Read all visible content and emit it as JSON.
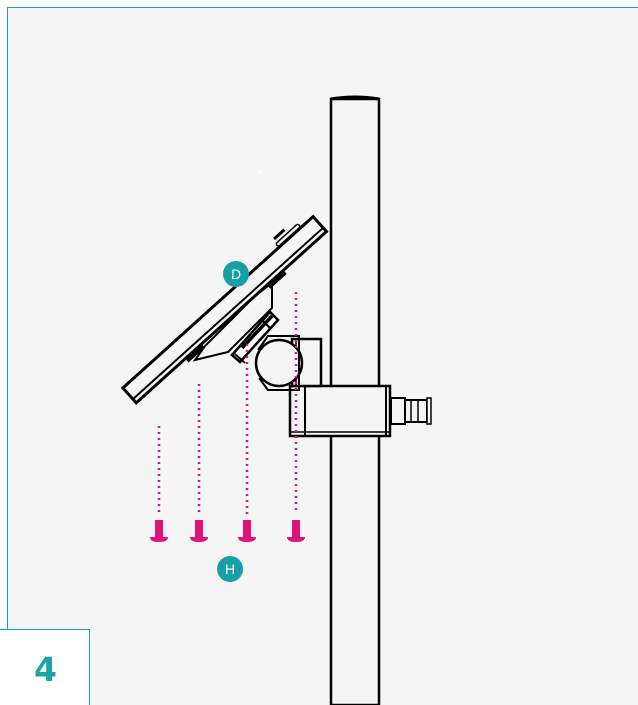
{
  "step": {
    "number": "4"
  },
  "callouts": {
    "tablet_enclosure": "D",
    "screws": "H"
  },
  "colors": {
    "frame_teal": "#1aa3a8",
    "callout_teal": "#16a0a6",
    "screw_magenta": "#e0117a",
    "line_black": "#000000",
    "panel_bg": "#f5f5f5"
  }
}
